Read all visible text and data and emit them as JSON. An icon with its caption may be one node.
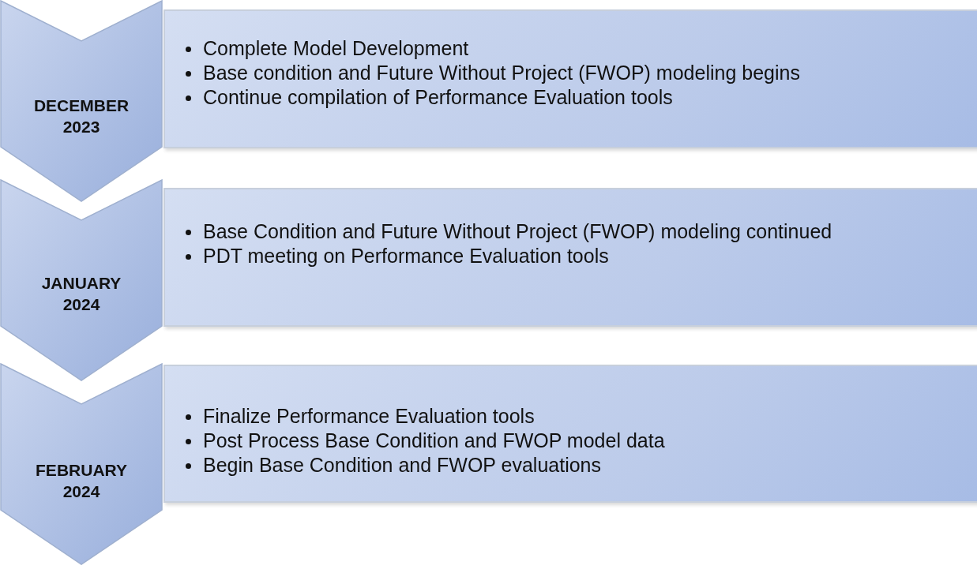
{
  "diagram": {
    "nodes": [
      {
        "text": [
          "DECEMBER 2023"
        ]
      },
      {
        "text": [
          "Complete Model Development",
          "Base condition and Future Without Project (FWOP) modeling begins",
          "Continue compilation of Performance Evaluation tools"
        ]
      },
      {
        "text": [
          "JANUARY 2024"
        ]
      },
      {
        "text": [
          "Base Condition and Future Without Project (FWOP) modeling continued",
          "PDT meeting on Performance Evaluation tools"
        ]
      },
      {
        "text": [
          "FEBRUARY 2024"
        ]
      },
      {
        "text": [
          "Finalize Performance Evaluation tools",
          "Post Process Base Condition and FWOP model data",
          "Begin Base Condition and FWOP evaluations"
        ]
      }
    ],
    "edges": []
  }
}
